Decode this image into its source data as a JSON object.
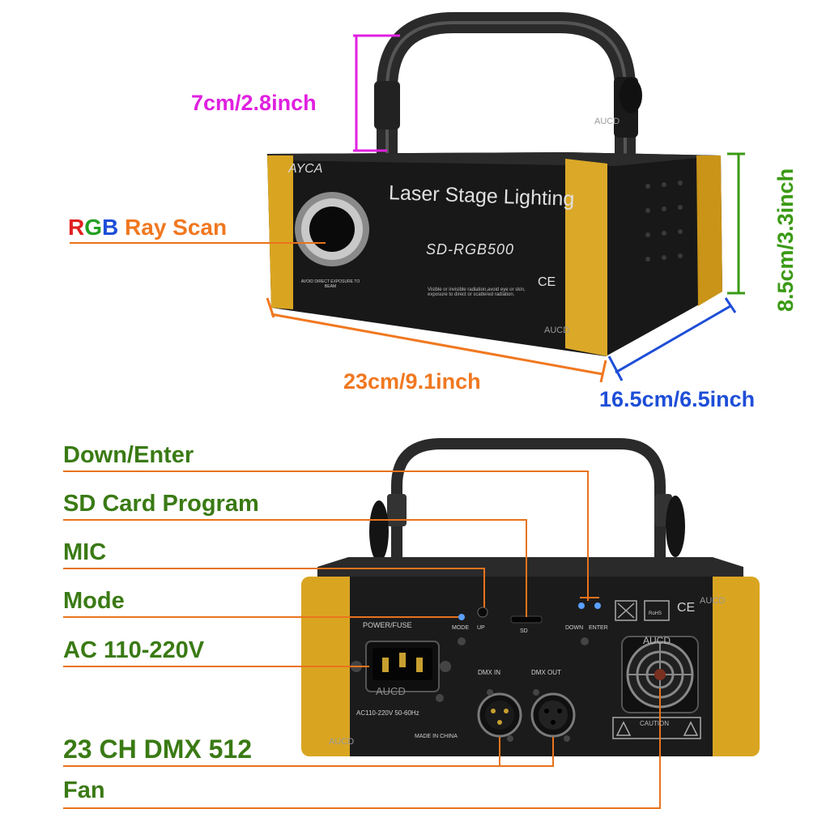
{
  "dimensions": {
    "height_top": "7cm/2.8inch",
    "width": "23cm/9.1inch",
    "depth": "16.5cm/6.5inch",
    "height_body": "8.5cm/3.3inch"
  },
  "front_callout": {
    "r": "R",
    "g": "G",
    "b": "B",
    "text": "Ray Scan"
  },
  "front_panel": {
    "logo": "AYCA",
    "title": "Laser Stage Lighting",
    "model": "SD-RGB500",
    "ce": "CE",
    "aperture_text": "AVOID DIRECT EXPOSURE TO BEAM",
    "warning": "Visible or invisible radiation,avoid eye or skin, exposure to direct or scattered radiation.",
    "watermark": "AUCD"
  },
  "rear_callouts": [
    "Down/Enter",
    "SD Card Program",
    "MIC",
    "Mode",
    "AC 110-220V",
    "23 CH DMX 512",
    "Fan"
  ],
  "rear_panel": {
    "power_fuse": "POWER/FUSE",
    "mode": "MODE",
    "up": "UP",
    "sd": "SD",
    "down": "DOWN",
    "enter": "ENTER",
    "dmx_in": "DMX IN",
    "dmx_out": "DMX OUT",
    "ac_rating": "AC110-220V 50-60Hz",
    "made_in": "MADE IN CHINA",
    "caution": "CAUTION",
    "fan_brand": "AUCD",
    "socket_brand": "AUCD",
    "rohs": "RoHS",
    "ce": "CE",
    "watermark": "AUCD"
  },
  "colors": {
    "dim_height_top": "#e020e0",
    "dim_width": "#f07820",
    "dim_depth": "#1e4ed8",
    "dim_height_body": "#3a9a14",
    "callout_text": "#3a7a14",
    "leader": "#e8731c",
    "gold": "#d9a521",
    "panel": "#1b1b1b"
  }
}
